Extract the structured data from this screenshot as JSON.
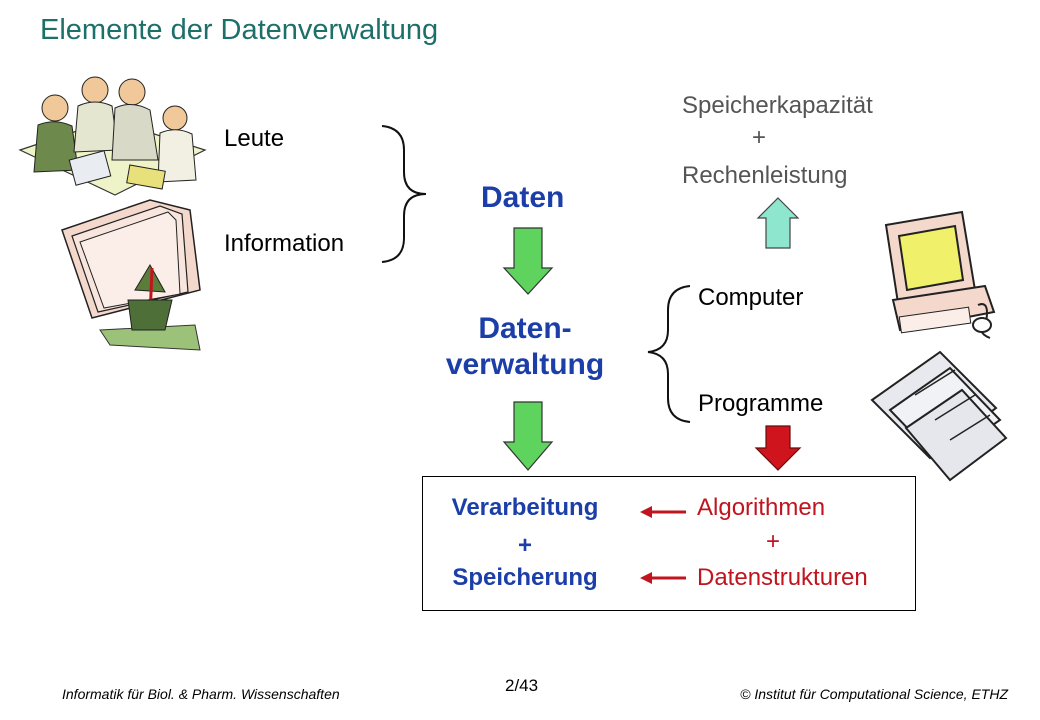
{
  "slide": {
    "title": "Elemente der Datenverwaltung"
  },
  "inputs": {
    "people": "Leute",
    "information": "Information"
  },
  "flow": {
    "data": "Daten",
    "management_line1": "Daten-",
    "management_line2": "verwaltung"
  },
  "resources": {
    "capacity": "Speicherkapazität",
    "plus": "+",
    "computing": "Rechenleistung",
    "computer": "Computer",
    "programs": "Programme"
  },
  "result": {
    "processing": "Verarbeitung",
    "plus": "+",
    "storage": "Speicherung",
    "algorithms": "Algorithmen",
    "plus_right": "+",
    "datastructures": "Datenstrukturen"
  },
  "footer": {
    "left": "Informatik für Biol. & Pharm. Wissenschaften",
    "page": "2/43",
    "right": "© Institut für Computational Science, ETHZ"
  },
  "colors": {
    "title": "#1d6f6a",
    "emphasis_blue": "#1b3ea8",
    "red": "#c0141e",
    "green_arrow": "#5ed35e",
    "light_arrow": "#8ee6cf"
  }
}
